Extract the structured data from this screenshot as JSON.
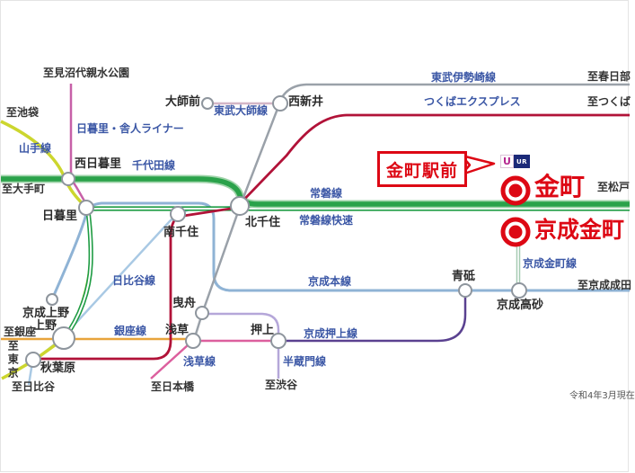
{
  "note": "令和4年3月現在",
  "callout": {
    "text": "金町駅前"
  },
  "logo": {
    "u": "U",
    "ur": "UR"
  },
  "highlight": {
    "color": "#dd0814",
    "stations": {
      "kanamachi": "金町",
      "keisei_kanamachi": "京成金町"
    }
  },
  "palette": {
    "line_label": "#3a56a5",
    "station_label": "#2b2b2b",
    "endpoint_label": "#333333",
    "station_circle_stroke": "#8e959d",
    "note_color": "#555555"
  },
  "lines": {
    "yamanote": {
      "label": "山手線",
      "color": "#ccd62e"
    },
    "toneri": {
      "label": "日暮里・舎人ライナー",
      "color": "#c760a8"
    },
    "tobu_daishi": {
      "label": "東武大師線",
      "color": "#d4b6c6"
    },
    "chiyoda": {
      "label": "千代田線",
      "color": "#2aa24a"
    },
    "tobu_isesaki": {
      "label": "東武伊勢崎線",
      "color": "#9aa1a9"
    },
    "tsukuba_express": {
      "label": "つくばエクスプレス",
      "color": "#b11238"
    },
    "joban_local": {
      "label": "常磐線",
      "color": "#2aa24a"
    },
    "joban_rapid": {
      "label": "常磐線快速",
      "color": "#1f9c44"
    },
    "hibiya": {
      "label": "日比谷線",
      "color": "#a9c9e4"
    },
    "keisei_main": {
      "label": "京成本線",
      "color": "#8fb3d5"
    },
    "ginza": {
      "label": "銀座線",
      "color": "#e8a43c"
    },
    "asakusa_line": {
      "label": "浅草線",
      "color": "#dc5f9e"
    },
    "hanzomon": {
      "label": "半蔵門線",
      "color": "#b5a7d9"
    },
    "keisei_oshiage": {
      "label": "京成押上線",
      "color": "#5a4190"
    },
    "keisei_kanamachi_line": {
      "label": "京成金町線",
      "color": "#a5cbb2"
    }
  },
  "stations": {
    "nishi_nippori": "西日暮里",
    "nippori": "日暮里",
    "daishimae": "大師前",
    "nishiarai": "西新井",
    "kitasenju": "北千住",
    "minamisenju": "南千住",
    "keisei_ueno": "京成上野",
    "ueno": "上野",
    "akihabara": "秋葉原",
    "hikifune": "曳舟",
    "asakusa": "浅草",
    "oshiage": "押上",
    "aoto": "青砥",
    "keisei_takasago": "京成高砂"
  },
  "endpoints": {
    "minumadai": "至見沼代親水公園",
    "ikebukuro": "至池袋",
    "otemachi": "至大手町",
    "kasukabe": "至春日部",
    "tsukuba": "至つくば",
    "matsudo": "至松戸",
    "keisei_narita": "至京成成田",
    "ginza": "至銀座",
    "tokyo": "至東京",
    "hibiya": "至日比谷",
    "nihombashi": "至日本橋",
    "shibuya": "至渋谷"
  }
}
